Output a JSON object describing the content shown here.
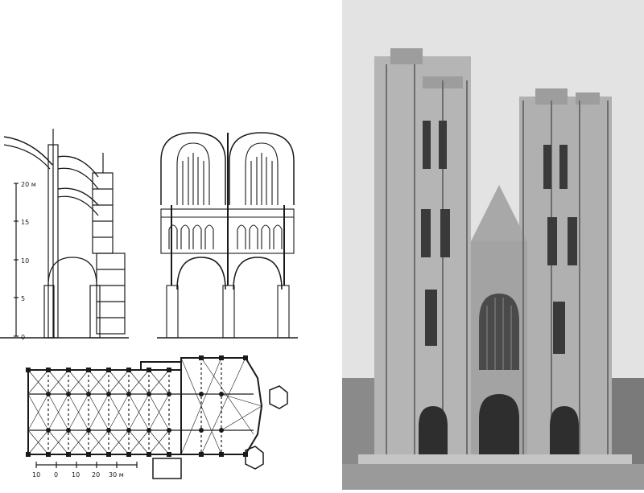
{
  "section_scale": {
    "ticks": [
      "20 м",
      "15",
      "10",
      "5",
      "0"
    ]
  },
  "plan_scale": {
    "ticks": [
      "10",
      "0",
      "10",
      "20",
      "30 м"
    ]
  },
  "colors": {
    "ink": "#1a1a1a",
    "paper": "#ffffff",
    "photo_sky": "#e9e9e9"
  }
}
